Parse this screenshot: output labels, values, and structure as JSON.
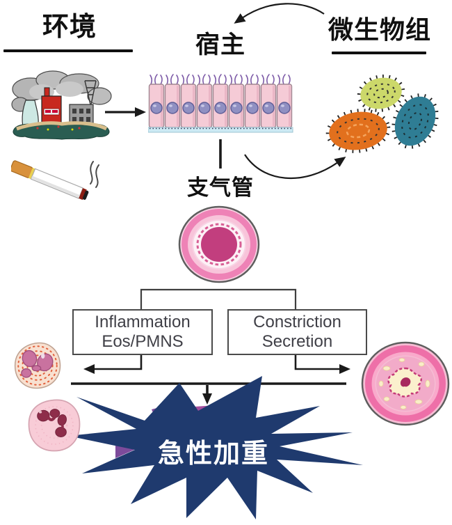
{
  "nodes": {
    "environment": {
      "label": "环境"
    },
    "host": {
      "label": "宿主"
    },
    "microbiome": {
      "label": "微生物组"
    },
    "bronchi": {
      "label": "支气管"
    }
  },
  "process_boxes": {
    "inflammation": {
      "line1": "Inflammation",
      "line2": "Eos/PMNS"
    },
    "constriction": {
      "line1": "Constriction",
      "line2": "Secretion"
    }
  },
  "outcome": {
    "label": "急性加重"
  },
  "illustrations": {
    "pollution": "factory-smog-illustration",
    "cigarette": "cigarette-smoke-illustration",
    "epithelium": "airway-epithelium-illustration",
    "bacteria": "microbiome-bacteria-illustration",
    "bronchus_normal": "bronchus-cross-section-illustration",
    "eosinophil": "eosinophil-cell-illustration",
    "neutrophil": "neutrophil-cell-illustration",
    "bronchus_constricted": "constricted-bronchus-illustration",
    "starburst": "exacerbation-starburst"
  },
  "colors": {
    "starburst_fill": "#1f3a6e",
    "starburst_text": "#ffffff",
    "connector": "#1a1a1a",
    "box_border": "#4a4a4a",
    "box_text": "#3f3f46",
    "bacteria_green": "#ccd86a",
    "bacteria_orange": "#e2701d",
    "bacteria_teal": "#2f7d94"
  }
}
